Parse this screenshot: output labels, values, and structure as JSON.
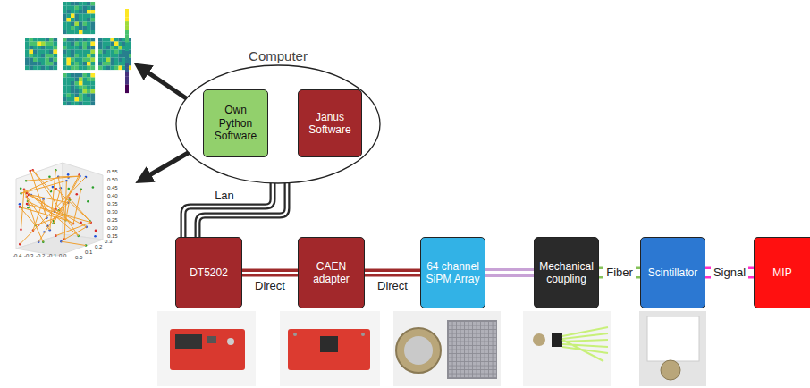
{
  "diagram": {
    "nodes": [
      {
        "text": [
          "Computer"
        ]
      },
      {
        "text": [
          "Own Python Software"
        ],
        "in": 0
      },
      {
        "text": [
          "Janus Software"
        ],
        "in": 0
      },
      {
        "text": [
          "DT5202"
        ]
      },
      {
        "text": [
          "CAEN adapter"
        ]
      },
      {
        "text": [
          "64 channel SiPM Array"
        ]
      },
      {
        "text": [
          "Mechanical coupling"
        ]
      },
      {
        "text": [
          "Scintillator"
        ]
      },
      {
        "text": [
          "MIP"
        ]
      }
    ],
    "edges": [
      {
        "from": 1,
        "to": 2,
        "arrow": "none"
      },
      {
        "from": 0,
        "to": 3,
        "label": "Lan",
        "arrow": "none"
      },
      {
        "from": 3,
        "to": 4,
        "label": "Direct",
        "arrow": "none"
      },
      {
        "from": 4,
        "to": 5,
        "label": "Direct",
        "arrow": "none"
      },
      {
        "from": 5,
        "to": 6,
        "arrow": "none"
      },
      {
        "from": 6,
        "to": 7,
        "label": "Fiber",
        "arrow": "none"
      },
      {
        "from": 7,
        "to": 8,
        "label": "Signal",
        "arrow": "none"
      }
    ],
    "labels": [
      "0.55",
      "0.50",
      "0.45",
      "0.40",
      "0.35",
      "0.30",
      "0.25",
      "0.20",
      "0.15",
      "-0.4",
      "-0.3",
      "-0.2",
      "-0.1",
      "0.0",
      "0.0",
      "0.1",
      "0.2",
      "0.3"
    ]
  }
}
